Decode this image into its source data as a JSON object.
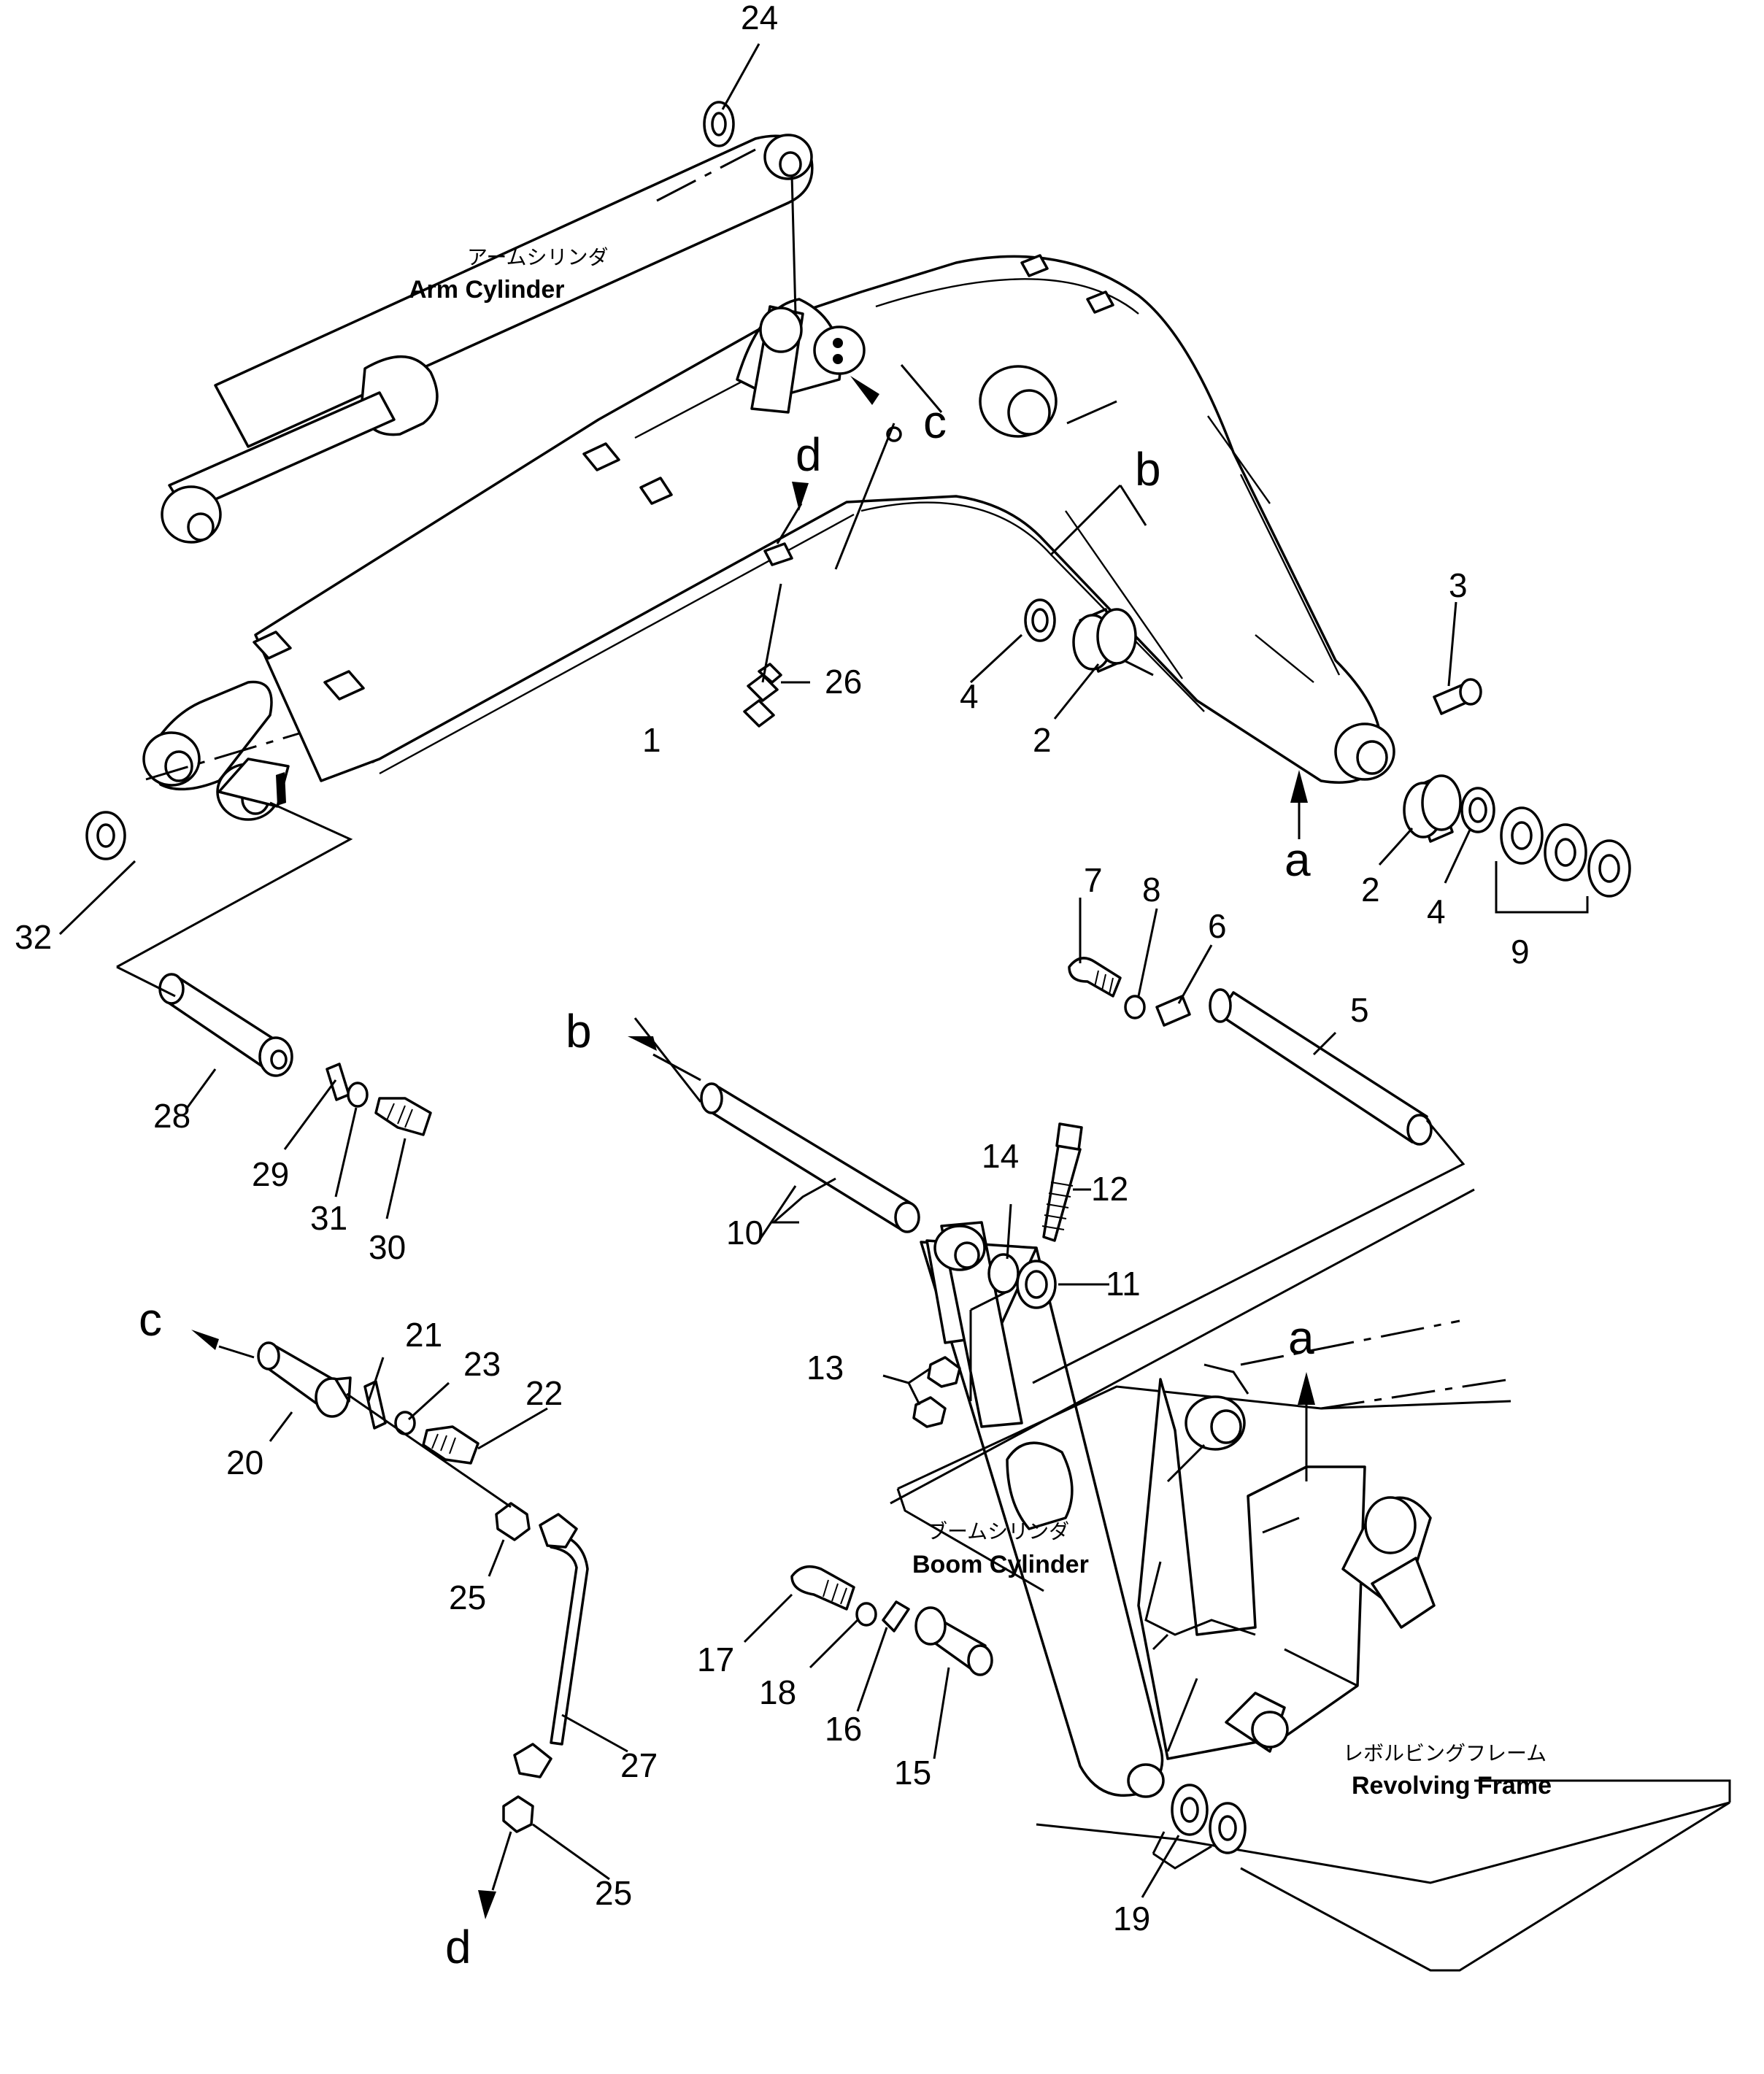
{
  "callouts": [
    "1",
    "2",
    "2",
    "3",
    "4",
    "4",
    "5",
    "6",
    "7",
    "8",
    "9",
    "10",
    "11",
    "12",
    "13",
    "14",
    "15",
    "16",
    "17",
    "18",
    "19",
    "20",
    "21",
    "22",
    "23",
    "24",
    "25",
    "25",
    "26",
    "27",
    "28",
    "29",
    "30",
    "31",
    "32"
  ],
  "letters": [
    "a",
    "a",
    "b",
    "b",
    "c",
    "c",
    "d",
    "d"
  ],
  "labels": {
    "arm_cylinder_jp": "アームシリンダ",
    "arm_cylinder_en": "Arm Cylinder",
    "boom_cylinder_jp": "ブームシリンダ",
    "boom_cylinder_en": "Boom Cylinder",
    "revolving_frame_jp": "レボルビングフレーム",
    "revolving_frame_en": "Revolving Frame"
  }
}
